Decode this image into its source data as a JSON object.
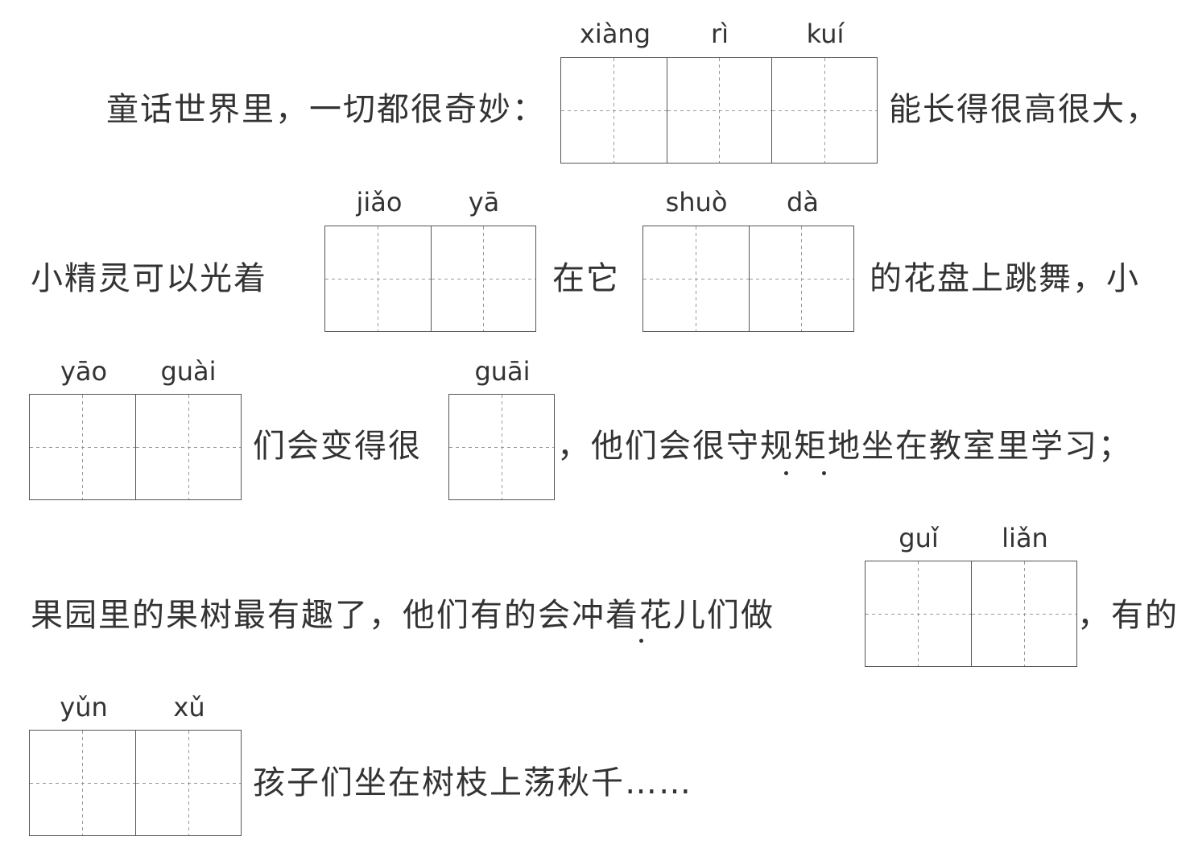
{
  "lines": {
    "l1_before": "童话世界里，一切都很奇妙：",
    "l1_after": "能长得很高很大，",
    "l2_before": "小精灵可以光着",
    "l2_mid": "在它",
    "l2_after": "的花盘上跳舞，小",
    "l3_mid": "们会变得很",
    "l3_after": "，他们会很守规矩地坐在教室里学习；",
    "l4_before": "果园里的果树最有趣了，他们有的会冲着花儿们做",
    "l4_after": "，有的",
    "l5_after": "孩子们坐在树枝上荡秋千……"
  },
  "blanks": [
    {
      "id": "xiangrikui",
      "pinyin": [
        "xiàng",
        "rì",
        "kuí"
      ]
    },
    {
      "id": "jiaoya",
      "pinyin": [
        "jiǎo",
        "yā"
      ]
    },
    {
      "id": "shuoda",
      "pinyin": [
        "shuò",
        "dà"
      ]
    },
    {
      "id": "yaoguai",
      "pinyin": [
        "yāo",
        "guài"
      ]
    },
    {
      "id": "guai",
      "pinyin": [
        "guāi"
      ]
    },
    {
      "id": "guilian",
      "pinyin": [
        "guǐ",
        "liǎn"
      ]
    },
    {
      "id": "yunxu",
      "pinyin": [
        "yǔn",
        "xǔ"
      ]
    }
  ]
}
